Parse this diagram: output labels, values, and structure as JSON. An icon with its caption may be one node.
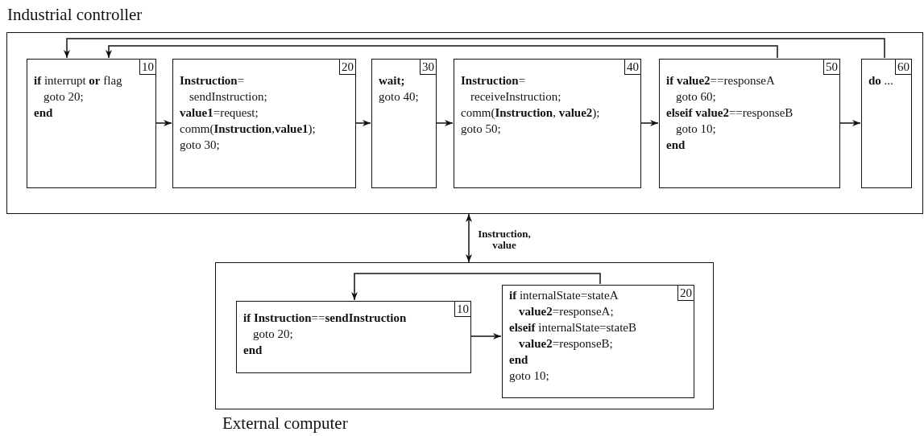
{
  "diagram": {
    "nodes": [
      {
        "text": [
          "Industrial controller"
        ]
      },
      {
        "text": [
          "10",
          "**if** interrupt **or** flag",
          "goto 20;",
          "end"
        ],
        "in": 0
      },
      {
        "text": [
          "20",
          "**Instruction**=",
          "sendInstruction;",
          "**value1**=request;",
          "comm(**Instruction**,**value1**);",
          "goto 30;"
        ],
        "in": 0
      },
      {
        "text": [
          "30",
          "wait;",
          "goto 40;"
        ],
        "in": 0
      },
      {
        "text": [
          "40",
          "**Instruction**=",
          "receiveInstruction;",
          "comm(**Instruction**, **value2**);",
          "goto 50;"
        ],
        "in": 0
      },
      {
        "text": [
          "50",
          "**if value2**==responseA",
          "goto 60;",
          "**elseif value2**==responseB",
          "goto 10;",
          "end"
        ],
        "in": 0
      },
      {
        "text": [
          "60",
          "**do** ..."
        ],
        "in": 0
      },
      {
        "text": [
          "External computer"
        ]
      },
      {
        "text": [
          "10",
          "**if Instruction**==**sendInstruction**",
          "goto 20;",
          "end"
        ],
        "in": 7
      },
      {
        "text": [
          "20",
          "**if** internalState=stateA",
          "**value2**=responseA;",
          "**elseif**  internalState=stateB",
          "**value2**=responseB;",
          "end",
          "goto 10;"
        ],
        "in": 7
      }
    ],
    "edges": [
      {
        "from": 1,
        "to": 2,
        "arrow": "to"
      },
      {
        "from": 2,
        "to": 3,
        "arrow": "to"
      },
      {
        "from": 3,
        "to": 4,
        "arrow": "to"
      },
      {
        "from": 4,
        "to": 5,
        "arrow": "to"
      },
      {
        "from": 5,
        "to": 6,
        "arrow": "to"
      },
      {
        "from": 6,
        "to": 1,
        "arrow": "to"
      },
      {
        "from": 5,
        "to": 1,
        "arrow": "to"
      },
      {
        "from": 0,
        "to": 7,
        "arrow": "both",
        "label": "Instruction, value"
      },
      {
        "from": 8,
        "to": 9,
        "arrow": "to"
      },
      {
        "from": 9,
        "to": 8,
        "arrow": "to"
      }
    ]
  }
}
